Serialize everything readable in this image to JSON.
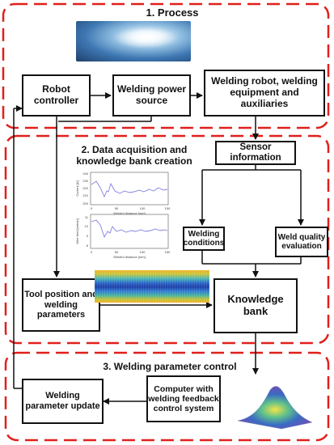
{
  "sections": {
    "process": "1. Process",
    "acquisition": "2. Data acquisition and knowledge bank creation",
    "control": "3. Welding parameter control"
  },
  "boxes": {
    "robot_controller": "Robot controller",
    "welding_power_source": "Welding power source",
    "welding_robot": "Welding robot, welding equipment and auxiliaries",
    "sensor_information": "Sensor information",
    "welding_conditions": "Welding conditions",
    "weld_quality": "Weld quality evaluation",
    "tool_position": "Tool position and welding parameters",
    "knowledge_bank": "Knowledge bank",
    "computer": "Computer with welding feedback control system",
    "parameter_update": "Welding parameter update"
  },
  "plots": {
    "current": {
      "ylabel": "Current [A]",
      "xlabel": "Welded distance [mm]",
      "xticks": [
        "0",
        "50",
        "100",
        "150"
      ],
      "yticks": [
        "240",
        "230",
        "220",
        "210",
        "200"
      ]
    },
    "wirefeed": {
      "ylabel": "Wire feed [m/min]",
      "xlabel": "Welded distance [mm]",
      "xticks": [
        "0",
        "50",
        "100",
        "150"
      ],
      "yticks": [
        "11",
        "10",
        "9",
        "8"
      ]
    }
  },
  "colors": {
    "dashed_border": "#e0201c",
    "line": "#111111",
    "plot_line": "#8080e0"
  }
}
